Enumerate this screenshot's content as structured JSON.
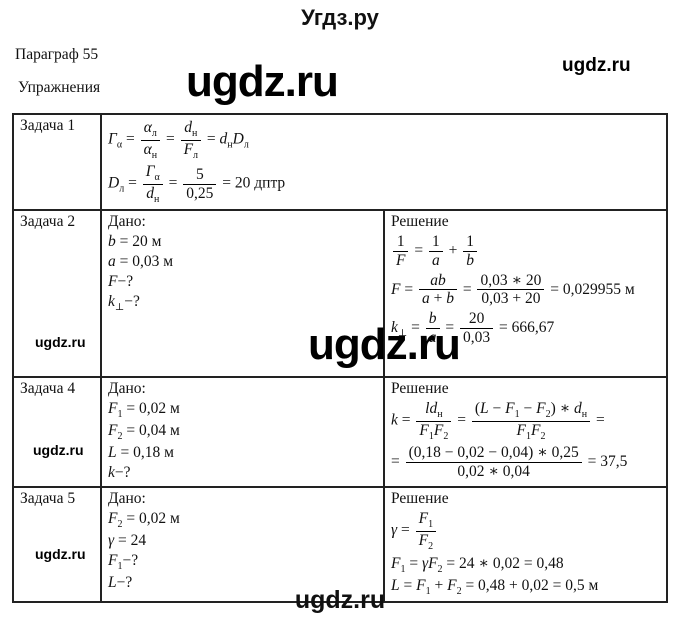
{
  "page": {
    "site_title": "Угдз.ру",
    "paragraph_label": "Параграф 55",
    "exercises_label": "Упражнения",
    "watermark": "ugdz.ru"
  },
  "table": {
    "rows": [
      {
        "task": "Задача 1",
        "lines": [
          [
            {
              "v": "Γ",
              "s": "α"
            },
            {
              "t": " = "
            },
            {
              "f": {
                "n": [
                  {
                    "v": "α",
                    "s": "л"
                  }
                ],
                "d": [
                  {
                    "v": "α",
                    "s": "н"
                  }
                ]
              }
            },
            {
              "t": " = "
            },
            {
              "f": {
                "n": [
                  {
                    "v": "d",
                    "s": "н"
                  }
                ],
                "d": [
                  {
                    "v": "F",
                    "s": "л"
                  }
                ]
              }
            },
            {
              "t": " = "
            },
            {
              "v": "d",
              "s": "н"
            },
            {
              "v": "D",
              "s": "л"
            }
          ],
          [
            {
              "v": "D",
              "s": "л"
            },
            {
              "t": " = "
            },
            {
              "f": {
                "n": [
                  {
                    "v": "Γ",
                    "s": "α"
                  }
                ],
                "d": [
                  {
                    "v": "d",
                    "s": "н"
                  }
                ]
              }
            },
            {
              "t": " = "
            },
            {
              "f": {
                "n": [
                  {
                    "t": "5"
                  }
                ],
                "d": [
                  {
                    "t": "0,25"
                  }
                ]
              }
            },
            {
              "t": " = 20 дптр"
            }
          ]
        ]
      },
      {
        "task": "Задача 2",
        "given_label": "Дано:",
        "given": [
          [
            {
              "v": "b"
            },
            {
              "t": " = 20 м"
            }
          ],
          [
            {
              "v": "a"
            },
            {
              "t": " = 0,03 м"
            }
          ],
          [
            {
              "v": "F"
            },
            {
              "t": "−?"
            }
          ],
          [
            {
              "v": "k",
              "s": "⊥"
            },
            {
              "t": "−?"
            }
          ]
        ],
        "solution_label": "Решение",
        "solution": [
          [
            {
              "f": {
                "n": [
                  {
                    "t": "1"
                  }
                ],
                "d": [
                  {
                    "v": "F"
                  }
                ]
              }
            },
            {
              "t": " = "
            },
            {
              "f": {
                "n": [
                  {
                    "t": "1"
                  }
                ],
                "d": [
                  {
                    "v": "a"
                  }
                ]
              }
            },
            {
              "t": " + "
            },
            {
              "f": {
                "n": [
                  {
                    "t": "1"
                  }
                ],
                "d": [
                  {
                    "v": "b"
                  }
                ]
              }
            }
          ],
          [
            {
              "v": "F"
            },
            {
              "t": " = "
            },
            {
              "f": {
                "n": [
                  {
                    "v": "ab"
                  }
                ],
                "d": [
                  {
                    "v": "a"
                  },
                  {
                    "t": " + "
                  },
                  {
                    "v": "b"
                  }
                ]
              }
            },
            {
              "t": " = "
            },
            {
              "f": {
                "n": [
                  {
                    "t": "0,03 ∗ 20"
                  }
                ],
                "d": [
                  {
                    "t": "0,03 + 20"
                  }
                ]
              }
            },
            {
              "t": " = 0,029955 м"
            }
          ],
          [
            {
              "v": "k",
              "s": "⊥"
            },
            {
              "t": " = "
            },
            {
              "f": {
                "n": [
                  {
                    "v": "b"
                  }
                ],
                "d": [
                  {
                    "v": "a"
                  }
                ]
              }
            },
            {
              "t": " = "
            },
            {
              "f": {
                "n": [
                  {
                    "t": "20"
                  }
                ],
                "d": [
                  {
                    "t": "0,03"
                  }
                ]
              }
            },
            {
              "t": " = 666,67"
            }
          ]
        ]
      },
      {
        "task": "Задача 4",
        "given_label": "Дано:",
        "given": [
          [
            {
              "v": "F",
              "s": "1"
            },
            {
              "t": " = 0,02 м"
            }
          ],
          [
            {
              "v": "F",
              "s": "2"
            },
            {
              "t": " = 0,04 м"
            }
          ],
          [
            {
              "v": "L"
            },
            {
              "t": " = 0,18 м"
            }
          ],
          [
            {
              "v": "k"
            },
            {
              "t": "−?"
            }
          ]
        ],
        "solution_label": "Решение",
        "solution": [
          [
            {
              "v": "k"
            },
            {
              "t": " = "
            },
            {
              "f": {
                "n": [
                  {
                    "v": "ld",
                    "s": "н"
                  }
                ],
                "d": [
                  {
                    "v": "F",
                    "s": "1"
                  },
                  {
                    "v": "F",
                    "s": "2"
                  }
                ]
              }
            },
            {
              "t": " = "
            },
            {
              "f": {
                "n": [
                  {
                    "t": "("
                  },
                  {
                    "v": "L"
                  },
                  {
                    "t": " − "
                  },
                  {
                    "v": "F",
                    "s": "1"
                  },
                  {
                    "t": " − "
                  },
                  {
                    "v": "F",
                    "s": "2"
                  },
                  {
                    "t": ") ∗ "
                  },
                  {
                    "v": "d",
                    "s": "н"
                  }
                ],
                "d": [
                  {
                    "v": "F",
                    "s": "1"
                  },
                  {
                    "v": "F",
                    "s": "2"
                  }
                ]
              }
            },
            {
              "t": " ="
            }
          ],
          [
            {
              "t": "= "
            },
            {
              "f": {
                "n": [
                  {
                    "t": "(0,18 − 0,02 − 0,04) ∗ 0,25"
                  }
                ],
                "d": [
                  {
                    "t": "0,02 ∗ 0,04"
                  }
                ]
              }
            },
            {
              "t": " = 37,5"
            }
          ]
        ]
      },
      {
        "task": "Задача 5",
        "given_label": "Дано:",
        "given": [
          [
            {
              "v": "F",
              "s": "2"
            },
            {
              "t": " = 0,02 м"
            }
          ],
          [
            {
              "v": "γ"
            },
            {
              "t": " = 24"
            }
          ],
          [
            {
              "v": "F",
              "s": "1"
            },
            {
              "t": "−?"
            }
          ],
          [
            {
              "v": "L"
            },
            {
              "t": "−?"
            }
          ]
        ],
        "solution_label": "Решение",
        "solution": [
          [
            {
              "v": "γ"
            },
            {
              "t": " = "
            },
            {
              "f": {
                "n": [
                  {
                    "v": "F",
                    "s": "1"
                  }
                ],
                "d": [
                  {
                    "v": "F",
                    "s": "2"
                  }
                ]
              }
            }
          ],
          [
            {
              "v": "F",
              "s": "1"
            },
            {
              "t": " = "
            },
            {
              "v": "γF",
              "s": "2"
            },
            {
              "t": " = 24 ∗ 0,02 = 0,48"
            }
          ],
          [
            {
              "v": "L"
            },
            {
              "t": " = "
            },
            {
              "v": "F",
              "s": "1"
            },
            {
              "t": " + "
            },
            {
              "v": "F",
              "s": "2"
            },
            {
              "t": " = 0,48 + 0,02 = 0,5 м"
            }
          ]
        ]
      }
    ]
  }
}
